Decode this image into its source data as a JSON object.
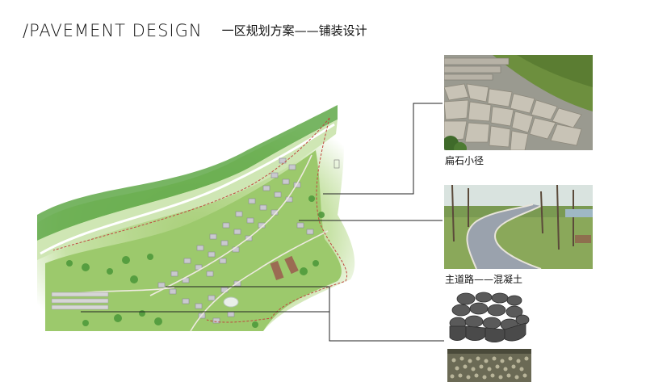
{
  "header": {
    "title_en": "/PAVEMENT DESIGN",
    "title_cn": "一区规划方案——铺装设计"
  },
  "callouts": [
    {
      "caption": "扁石小径",
      "icon": "flagstone-path-photo"
    },
    {
      "caption": "主道路——混凝土",
      "icon": "concrete-road-photo"
    },
    {
      "caption": "",
      "icon": "stone-paver-photo"
    },
    {
      "caption": "",
      "icon": "pebble-paving-photo"
    }
  ],
  "colors": {
    "line": "#222222",
    "grass": "#8fbf5a",
    "tree": "#4f9a3c",
    "concrete": "#9aa2ad",
    "stone": "#5a5a5a"
  }
}
